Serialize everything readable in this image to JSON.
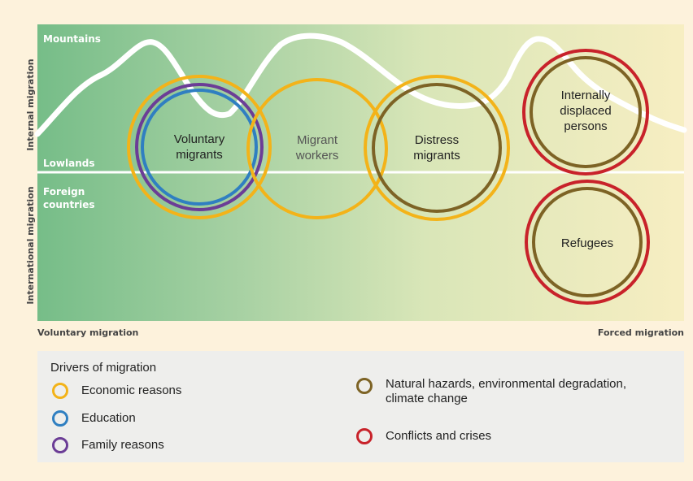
{
  "row_labels": {
    "mountains": "Mountains",
    "lowlands": "Lowlands",
    "foreign": "Foreign countries"
  },
  "axes": {
    "internal": "Internal migration",
    "international": "International migration",
    "voluntary": "Voluntary migration",
    "forced": "Forced migration"
  },
  "groups": {
    "voluntary_migrants": [
      "Voluntary",
      "migrants"
    ],
    "migrant_workers": [
      "Migrant",
      "workers"
    ],
    "distress_migrants": [
      "Distress",
      "migrants"
    ],
    "idp": [
      "Internally",
      "displaced",
      "persons"
    ],
    "refugees": [
      "Refugees"
    ]
  },
  "colors": {
    "economic": "#f3b319",
    "education": "#2f7fc1",
    "family": "#6b3d96",
    "natural": "#7d6325",
    "conflict": "#c8222a"
  },
  "legend": {
    "title": "Drivers of migration",
    "economic": "Economic reasons",
    "education": "Education",
    "family": "Family reasons",
    "natural_line1": "Natural hazards, environmental degradation,",
    "natural_line2": "climate change",
    "conflict": "Conflicts and crises"
  }
}
